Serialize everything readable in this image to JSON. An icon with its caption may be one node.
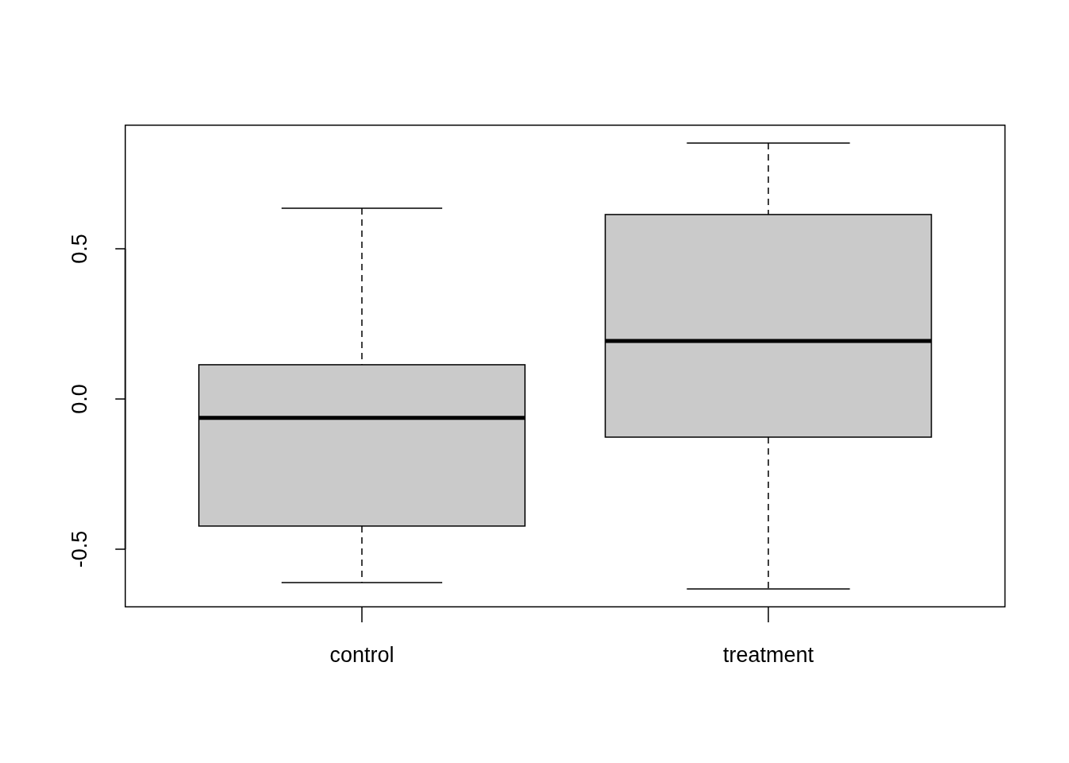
{
  "diagram": {
    "labels": [
      "0.5",
      "0.0",
      "-0.5",
      "control",
      "treatment"
    ]
  }
}
